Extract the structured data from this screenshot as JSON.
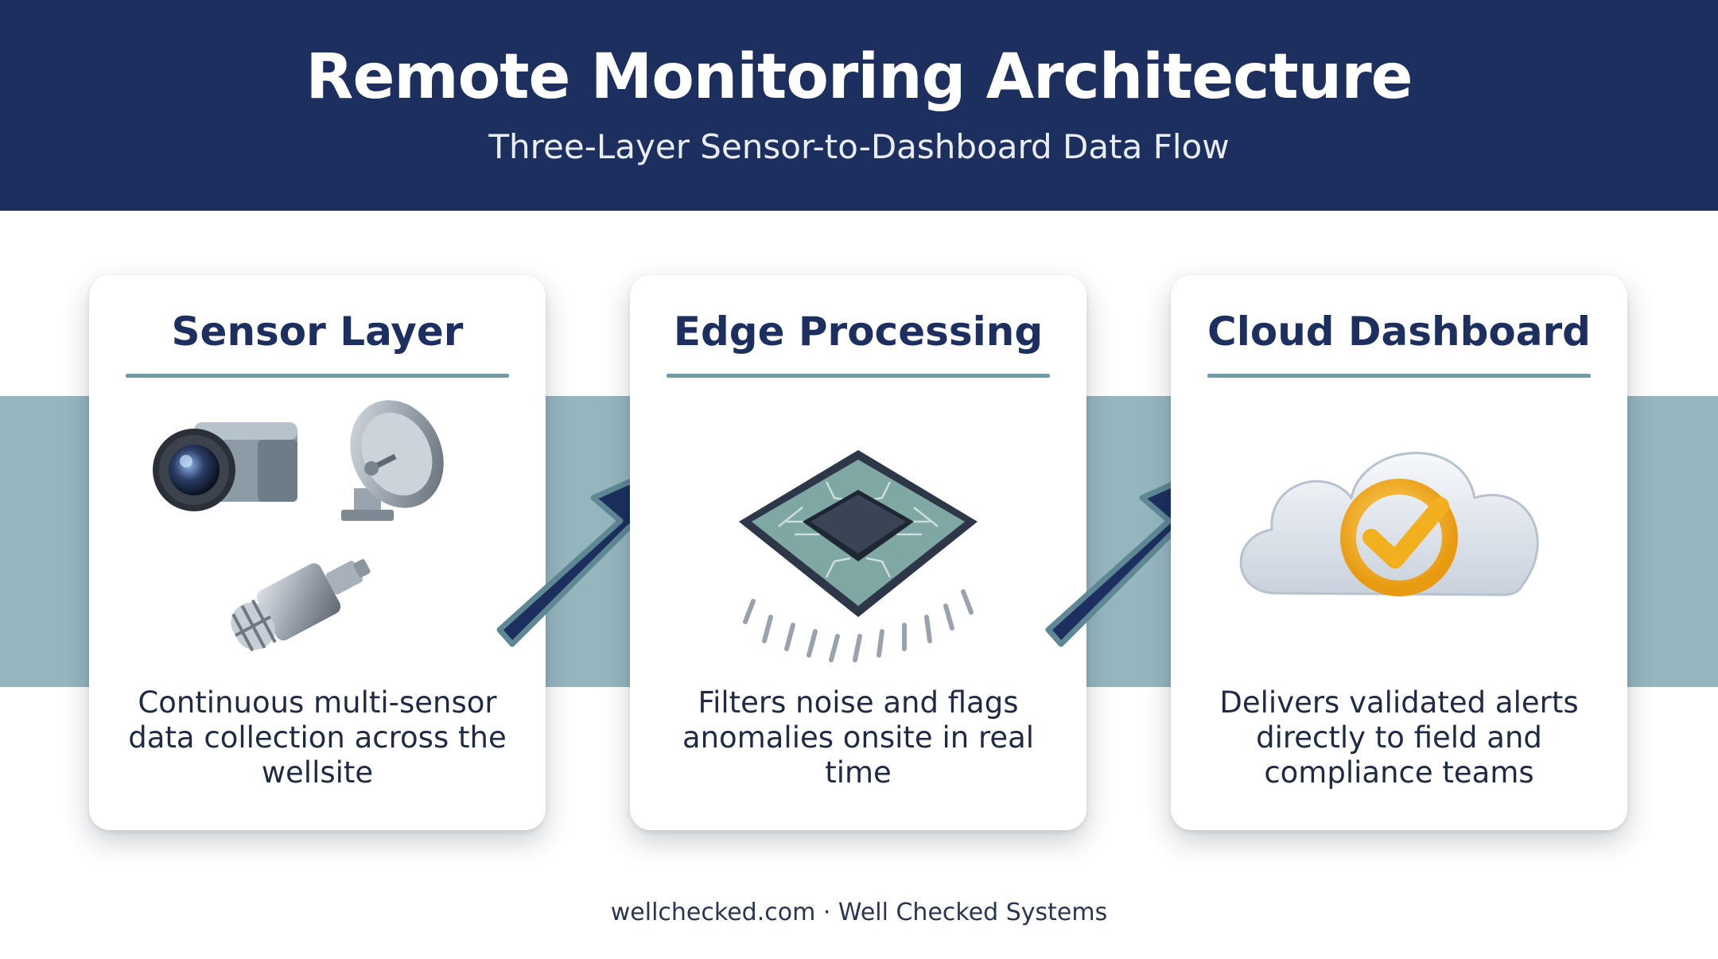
{
  "header": {
    "title": "Remote Monitoring Architecture",
    "subtitle": "Three-Layer Sensor-to-Dashboard Data Flow"
  },
  "layers": [
    {
      "title": "Sensor Layer",
      "description": "Continuous multi-sensor data collection across the wellsite",
      "icons": [
        "camera-icon",
        "satellite-dish-icon",
        "gas-sensor-icon"
      ]
    },
    {
      "title": "Edge Processing",
      "description": "Filters noise and flags anomalies onsite in real time",
      "icons": [
        "microchip-icon"
      ]
    },
    {
      "title": "Cloud Dashboard",
      "description": "Delivers validated alerts directly to field and compliance teams",
      "icons": [
        "cloud-check-icon"
      ]
    }
  ],
  "connectors": [
    "arrow-icon",
    "arrow-icon"
  ],
  "footer": "wellchecked.com · Well Checked Systems",
  "colors": {
    "header_bg": "#1c2f5e",
    "band": "#96b6bf",
    "accent_rule": "#6f9aa6",
    "title_text": "#1c2f5e",
    "check_gold": "#f2b01e"
  }
}
